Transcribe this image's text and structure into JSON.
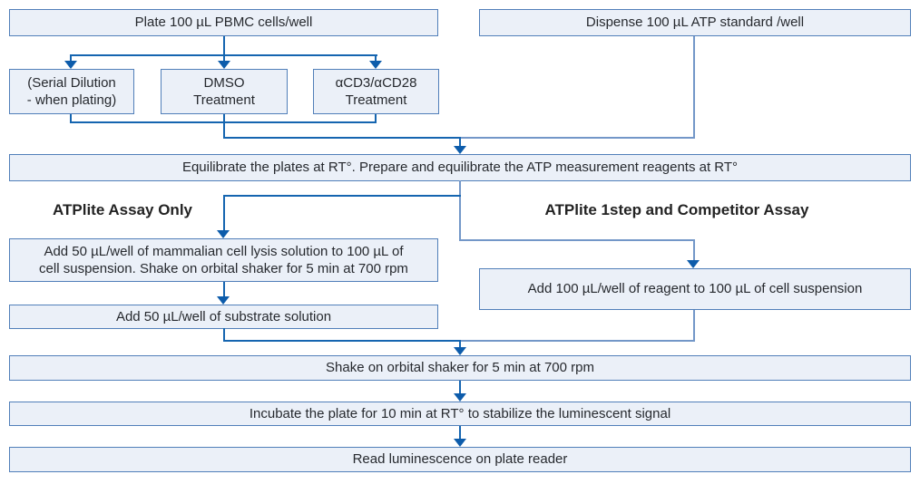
{
  "title": "ATPlite assay workflow flowchart",
  "colors": {
    "box_fill": "#ebf0f8",
    "box_border": "#517fb9",
    "line_dark": "#1565b0",
    "line_light": "#7397c8",
    "arrow": "#0d5cab",
    "text": "#26292e",
    "heading": "#232323"
  },
  "nodes": {
    "plate": {
      "label": "Plate 100 µL PBMC cells/well"
    },
    "dispense": {
      "label": "Dispense 100 µL ATP standard /well"
    },
    "serial_dilution": {
      "label": "(Serial Dilution\n- when plating)"
    },
    "dmso": {
      "label": "DMSO\nTreatment"
    },
    "acd3_acd28": {
      "label": "αCD3/αCD28\nTreatment"
    },
    "equilibrate": {
      "label": "Equilibrate the plates at RT°. Prepare and equilibrate the ATP measurement reagents at RT°"
    },
    "lysis": {
      "label": "Add 50 µL/well of mammalian cell lysis solution to 100 µL of\ncell suspension. Shake on orbital shaker for 5 min at 700 rpm"
    },
    "substrate": {
      "label": "Add 50 µL/well of substrate solution"
    },
    "reagent": {
      "label": "Add 100 µL/well of reagent to 100 µL of cell suspension"
    },
    "shake": {
      "label": "Shake on orbital shaker for 5 min at 700 rpm"
    },
    "incubate": {
      "label": "Incubate the plate for 10 min at RT° to stabilize the luminescent signal"
    },
    "read": {
      "label": "Read luminescence on plate reader"
    }
  },
  "headings": {
    "left": "ATPlite Assay Only",
    "right": "ATPlite 1step and Competitor Assay"
  }
}
